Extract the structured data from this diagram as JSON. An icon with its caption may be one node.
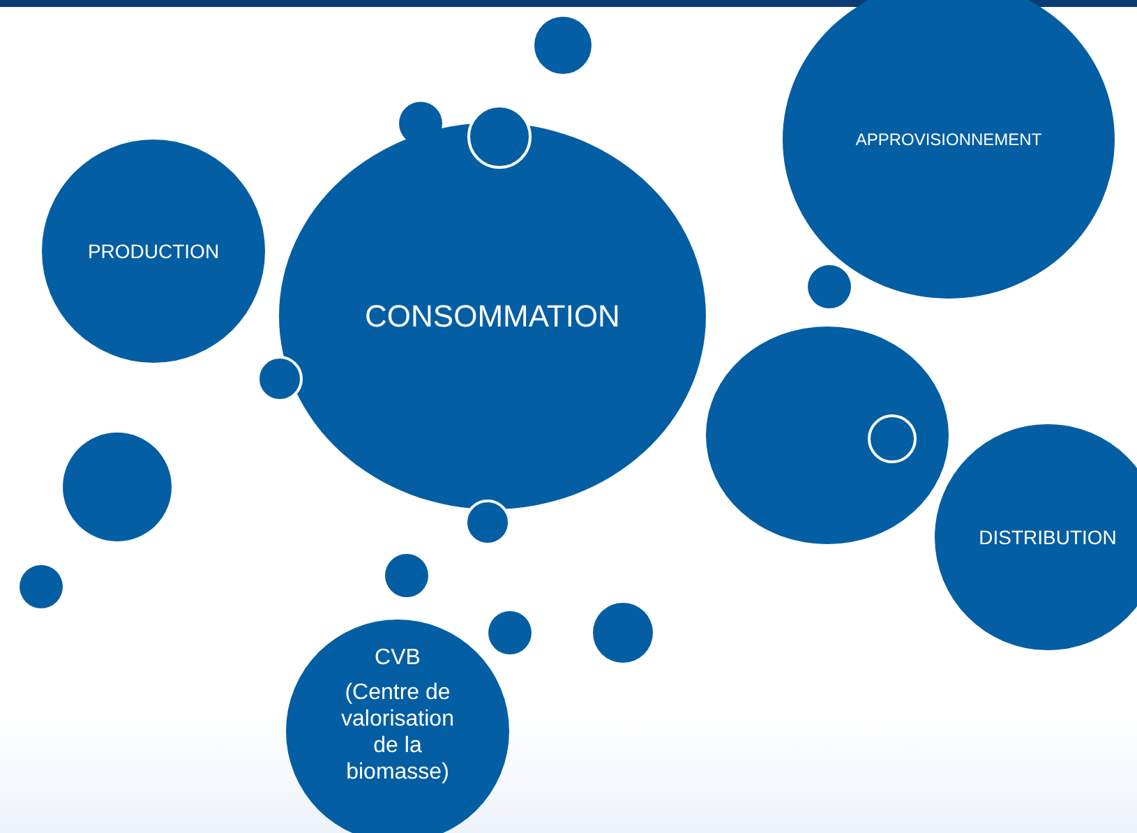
{
  "diagram": {
    "nodes": [
      {
        "text": [],
        "shape": "circle"
      },
      {
        "text": [
          "APPROVISIONNEMENT"
        ]
      },
      {
        "text": [],
        "shape": "circle"
      },
      {
        "text": [],
        "shape": "circle"
      },
      {
        "text": [
          "PRODUCTION"
        ]
      },
      {
        "text": [
          "CONSOMMATION"
        ]
      },
      {
        "text": [],
        "shape": "circle"
      },
      {
        "text": [],
        "shape": "circle"
      },
      {
        "text": [],
        "shape": "circle"
      },
      {
        "text": [],
        "shape": "circle",
        "in": 8
      },
      {
        "text": [],
        "shape": "circle"
      },
      {
        "text": [
          "DISTRIBUTION"
        ]
      },
      {
        "text": [],
        "shape": "circle"
      },
      {
        "text": [],
        "shape": "circle"
      },
      {
        "text": [],
        "shape": "circle"
      },
      {
        "text": [],
        "shape": "circle"
      },
      {
        "text": [],
        "shape": "circle"
      },
      {
        "text": [
          "CVB",
          "(Centre de valorisation de la biomasse)"
        ]
      }
    ]
  }
}
